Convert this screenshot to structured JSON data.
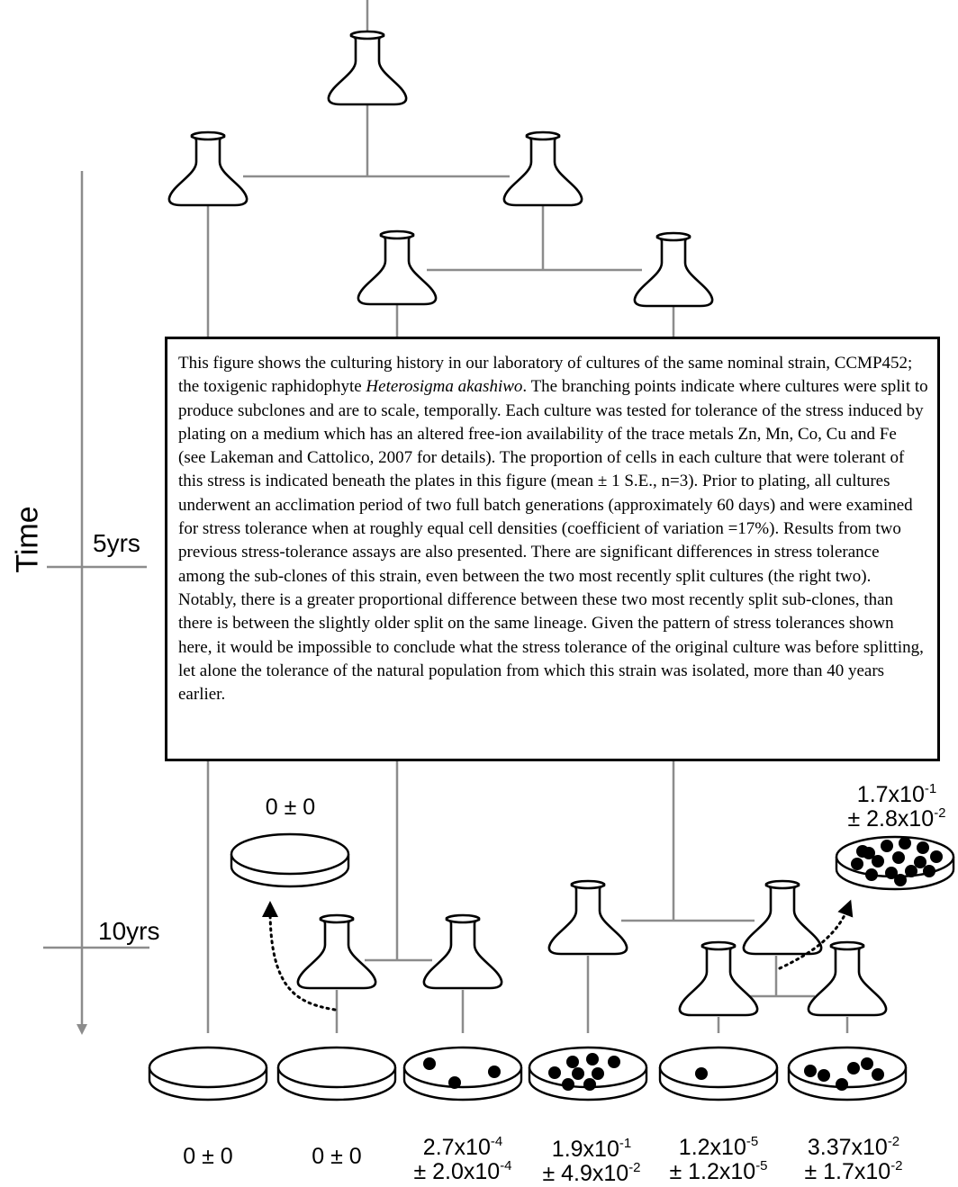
{
  "time_axis": {
    "title": "Time",
    "ticks": [
      "5yrs",
      "10yrs"
    ]
  },
  "caption": {
    "part1": "This figure shows the culturing history in our laboratory of cultures of the same nominal strain, CCMP452; the toxigenic raphidophyte ",
    "species": "Heterosigma akashiwo",
    "part2": ".  The branching points indicate where cultures were split to produce subclones and are to scale, temporally. Each culture was tested for tolerance of the stress induced by plating on a medium which has an altered free-ion availability of the trace metals Zn, Mn, Co, Cu and Fe (see Lakeman and Cattolico, 2007 for details). The proportion of cells in each culture that were tolerant of this stress is indicated beneath the plates in this figure (mean ± 1 S.E., n=3).  Prior to plating, all cultures underwent an acclimation period of two full batch generations (approximately 60 days) and were examined for stress tolerance when at roughly equal cell densities (coefficient of variation =17%). Results from two previous stress-tolerance assays are also presented. There are significant differences in stress tolerance among the sub-clones of this strain, even between the two most recently split cultures (the right two).  Notably, there is a greater proportional difference between these two most recently split sub-clones, than there is between the slightly older split on the same lineage. Given the pattern of stress tolerances shown here, it would be impossible to conclude what the stress tolerance of the original culture was before splitting, let alone the tolerance of the natural population from which this strain was isolated, more than 40 years earlier."
  },
  "bottom_labels": [
    {
      "mean": "0 ± 0"
    },
    {
      "mean": "0 ± 0"
    },
    {
      "mean_base": "2.7x10",
      "mean_exp": "-4",
      "se_base": "± 2.0x10",
      "se_exp": "-4"
    },
    {
      "mean_base": "1.9x10",
      "mean_exp": "-1",
      "se_base": "± 4.9x10",
      "se_exp": "-2"
    },
    {
      "mean_base": "1.2x10",
      "mean_exp": "-5",
      "se_base": "± 1.2x10",
      "se_exp": "-5"
    },
    {
      "mean_base": "3.37x10",
      "mean_exp": "-2",
      "se_base": "± 1.7x10",
      "se_exp": "-2"
    }
  ],
  "previous_assay_labels": {
    "left": {
      "mean": "0 ± 0"
    },
    "right": {
      "mean_base": "1.7x10",
      "mean_exp": "-1",
      "se_base": "± 2.8x10",
      "se_exp": "-2"
    }
  }
}
